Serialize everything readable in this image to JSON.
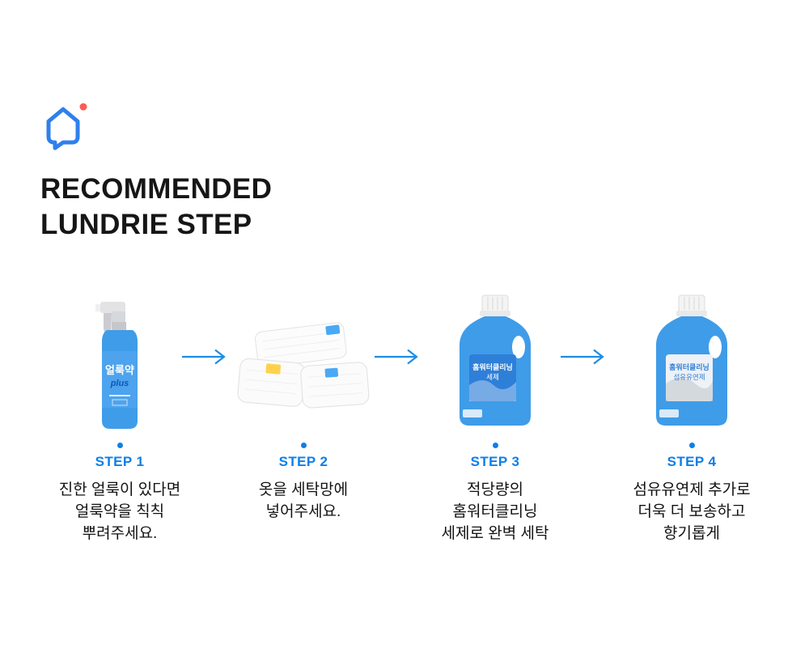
{
  "header": {
    "title_line1": "RECOMMENDED",
    "title_line2": "LUNDRIE STEP"
  },
  "steps": [
    {
      "label": "STEP 1",
      "description": "진한 얼룩이 있다면\n얼룩약을 칙칙\n뿌려주세요.",
      "product": {
        "name": "stain-remover-spray",
        "label_title": "얼룩약",
        "label_sub": "plus"
      }
    },
    {
      "label": "STEP 2",
      "description": "옷을 세탁망에\n넣어주세요.",
      "product": {
        "name": "laundry-mesh-bags"
      }
    },
    {
      "label": "STEP 3",
      "description": "적당량의\n홈워터클리닝\n세제로 완벽 세탁",
      "product": {
        "name": "detergent-bottle",
        "label_title": "홈워터클리닝",
        "label_sub": "세제"
      }
    },
    {
      "label": "STEP 4",
      "description": "섬유유연제 추가로\n더욱 더 보송하고\n향기롭게",
      "product": {
        "name": "fabric-softener-bottle",
        "label_title": "홈워터클리닝",
        "label_sub": "섬유유연제"
      }
    }
  ],
  "colors": {
    "accent_blue": "#0d7fe8",
    "bottle_blue": "#3f9ce9",
    "arrow_blue": "#1d8de4",
    "logo_blue": "#2f80ed",
    "logo_dot_red": "#ff5a52",
    "tag_yellow": "#ffd24d",
    "tag_blue": "#4aa9f5",
    "label_blue": "#2e7fd8"
  }
}
